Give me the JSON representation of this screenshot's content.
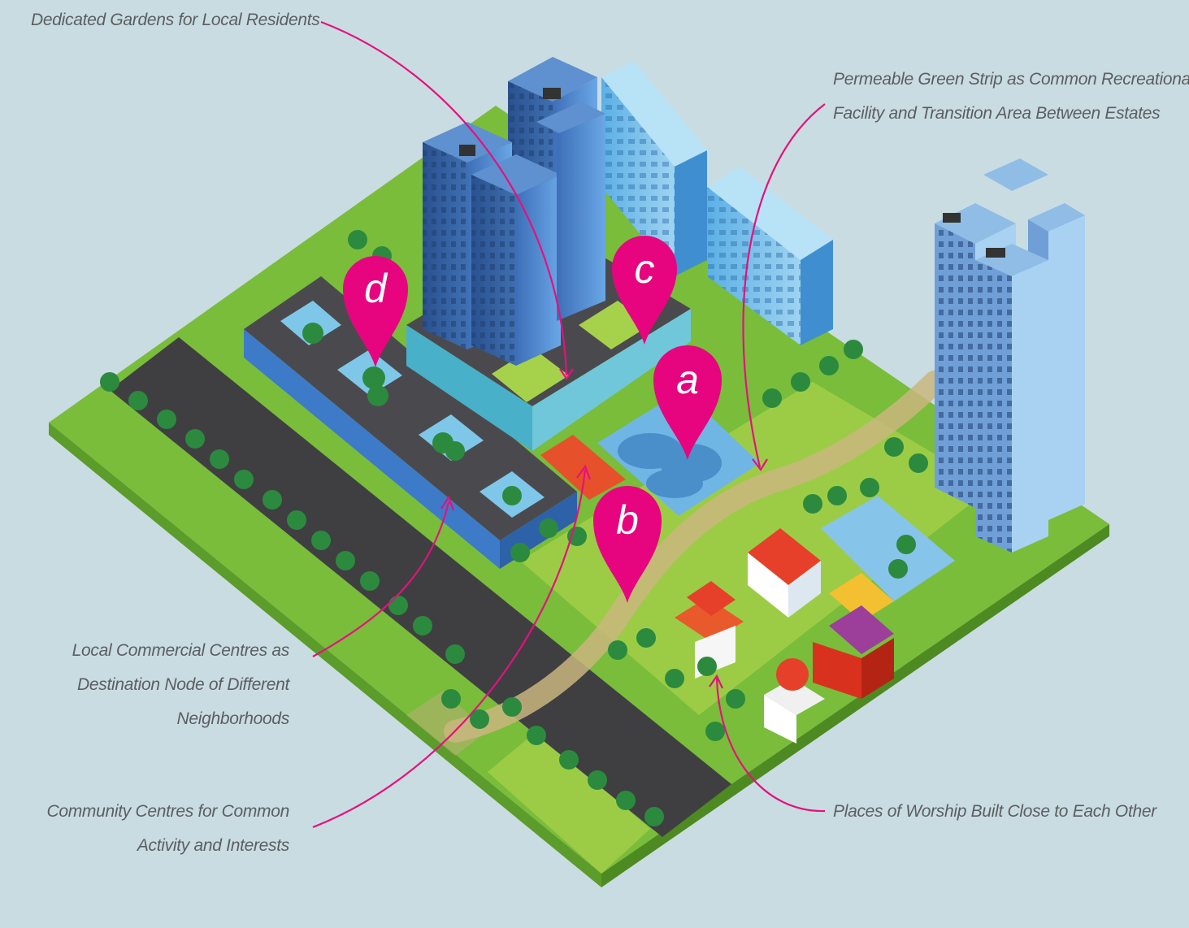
{
  "annotations": {
    "gardens": "Dedicated Gardens for Local Residents",
    "green_strip": [
      "Permeable Green Strip as Common Recreational",
      "Facility and Transition Area Between Estates"
    ],
    "commercial": [
      "Local Commercial Centres as",
      "Destination Node of Different",
      "Neighborhoods"
    ],
    "community": [
      "Community Centres for Common",
      "Activity and Interests"
    ],
    "worship": "Places of Worship Built Close to Each Other"
  },
  "markers": {
    "a": "a",
    "b": "b",
    "c": "c",
    "d": "d"
  },
  "colors": {
    "background": "#c9dce2",
    "grass": "#7dbf3f",
    "road": "#3f3f42",
    "building_blue": "#4f8fd6",
    "annotation_line": "#e5117e",
    "marker": "#e6057f",
    "water": "#6fb6e4",
    "tree": "#2c8a3e"
  }
}
